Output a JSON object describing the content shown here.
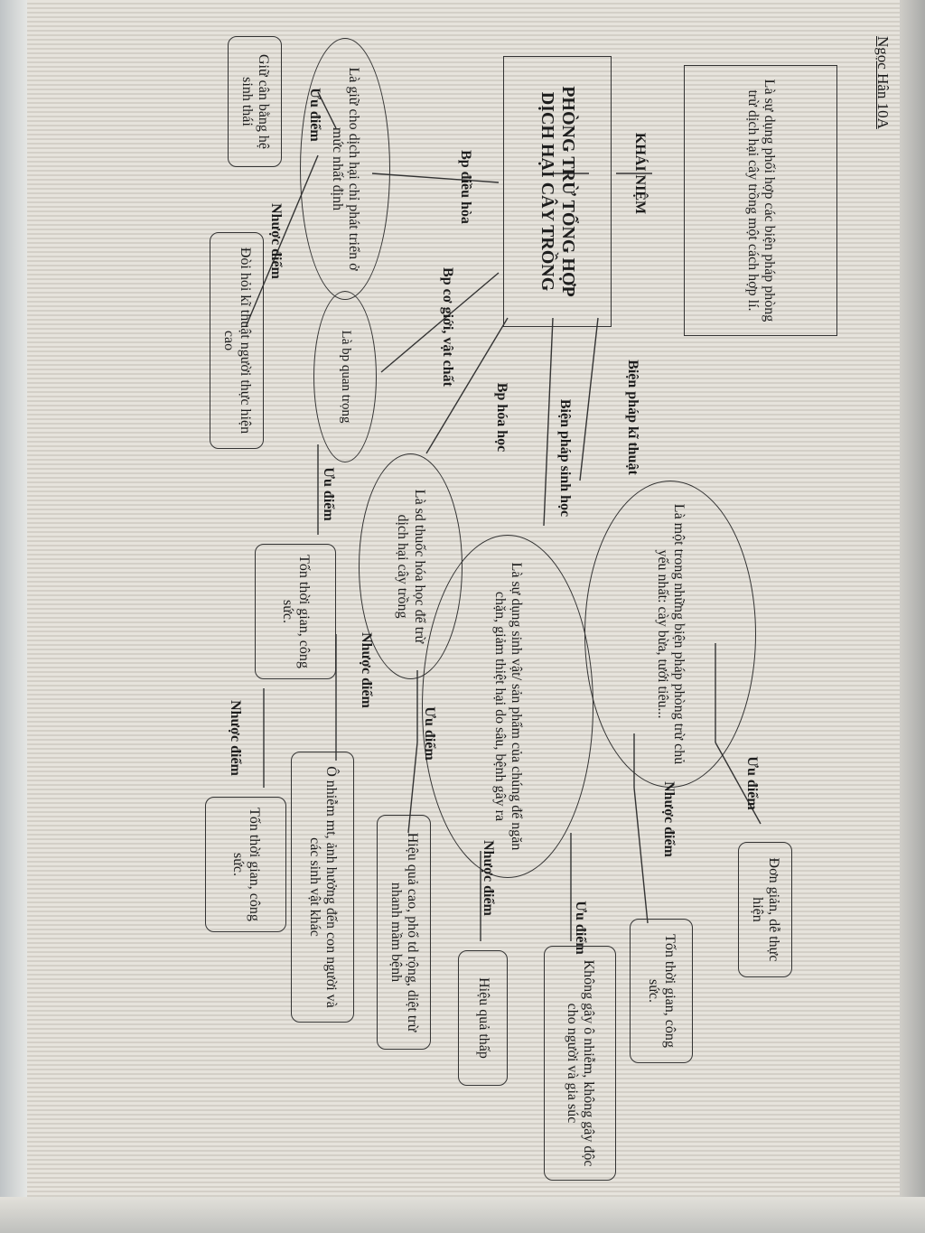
{
  "author": "Ngọc Hân   10A",
  "center": "PHÒNG TRỪ TỔNG HỢP DỊCH HẠI CÂY TRỒNG",
  "concept": {
    "label": "KHÁI NIỆM",
    "text": "Là sự dụng phối hợp các biện pháp phòng trừ dịch hại cây trồng một cách hợp lí."
  },
  "branches": {
    "kt": {
      "label": "Biện pháp kĩ thuật",
      "desc": "Là một trong những biện pháp phòng trừ chủ yếu nhất: cày bừa, tưới tiêu...",
      "pro_label": "Ưu điểm",
      "pro": "Đơn giản, dễ thực hiện",
      "con_label": "Nhược điểm",
      "con": "Tốn thời gian, công sức."
    },
    "sh": {
      "label": "Biện pháp sinh học",
      "desc": "Là sự dụng sinh vật/ sản phẩm của chúng để ngăn chặn, giảm thiệt hại do sâu, bệnh gây ra",
      "pro_label": "Ưu điểm",
      "pro": "Không gây ô nhiễm, không gây độc cho người và gia súc",
      "con_label": "Nhược điểm",
      "con": "Hiệu quả thấp"
    },
    "hh": {
      "label": "Bp hóa học",
      "desc": "Là sd thuốc hóa học để trừ dịch hại cây trồng",
      "pro_label": "Ưu điểm",
      "pro": "Hiệu quả cao, phổ td rộng, diệt trừ nhanh mầm bệnh",
      "con_label": "Nhược điểm",
      "con": "Ô nhiễm mt, ảnh hưởng đến con người và các sinh vật khác"
    },
    "cg": {
      "label": "Bp cơ giới, vật chất",
      "desc": "Là bp quan trọng",
      "pro_label": "Ưu điểm",
      "pro": "Tốn thời gian, công sức.",
      "con_label": "Nhược điểm",
      "con": "Tốn thời gian, công sức."
    },
    "dh": {
      "label": "Bp điều hòa",
      "desc": "Là giữ cho dịch hại chỉ phát triển ở mức nhất định",
      "pro_label": "Ưu điểm",
      "pro": "Giữ cân bằng hệ sinh thái",
      "con_label": "Nhược điểm",
      "con": "Đòi hỏi kĩ thuật người thực hiện cao"
    }
  }
}
